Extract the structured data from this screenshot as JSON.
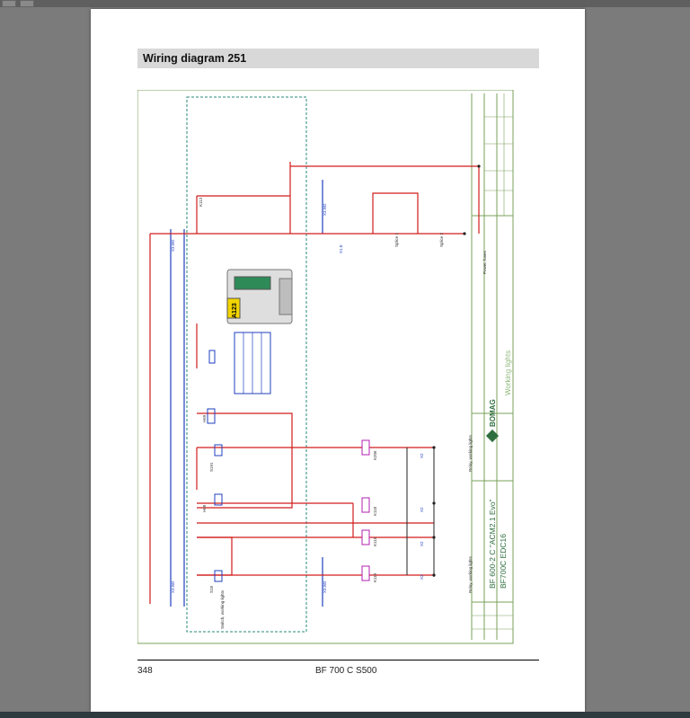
{
  "document": {
    "heading": "Wiring diagram 251",
    "page_number": "348",
    "model": "BF 700 C S500"
  },
  "diagram": {
    "title_block": {
      "brand": "BOMAG",
      "title_line1": "BF 600-2 C \"ACM2.1 Evo\"",
      "title_line2": "BF700C EDC16",
      "sheet_title": "Working lights"
    },
    "module_label": "A123",
    "components": [
      "X2",
      "X3.W2",
      "X1.E",
      "K206",
      "K118",
      "K115",
      "K119",
      "S191",
      "S18",
      "H68",
      "H69",
      "K113"
    ],
    "side_labels": [
      "Switch, working lights",
      "Relay, working lights",
      "Splice 1",
      "Splice 2",
      "Power, fuses"
    ]
  }
}
